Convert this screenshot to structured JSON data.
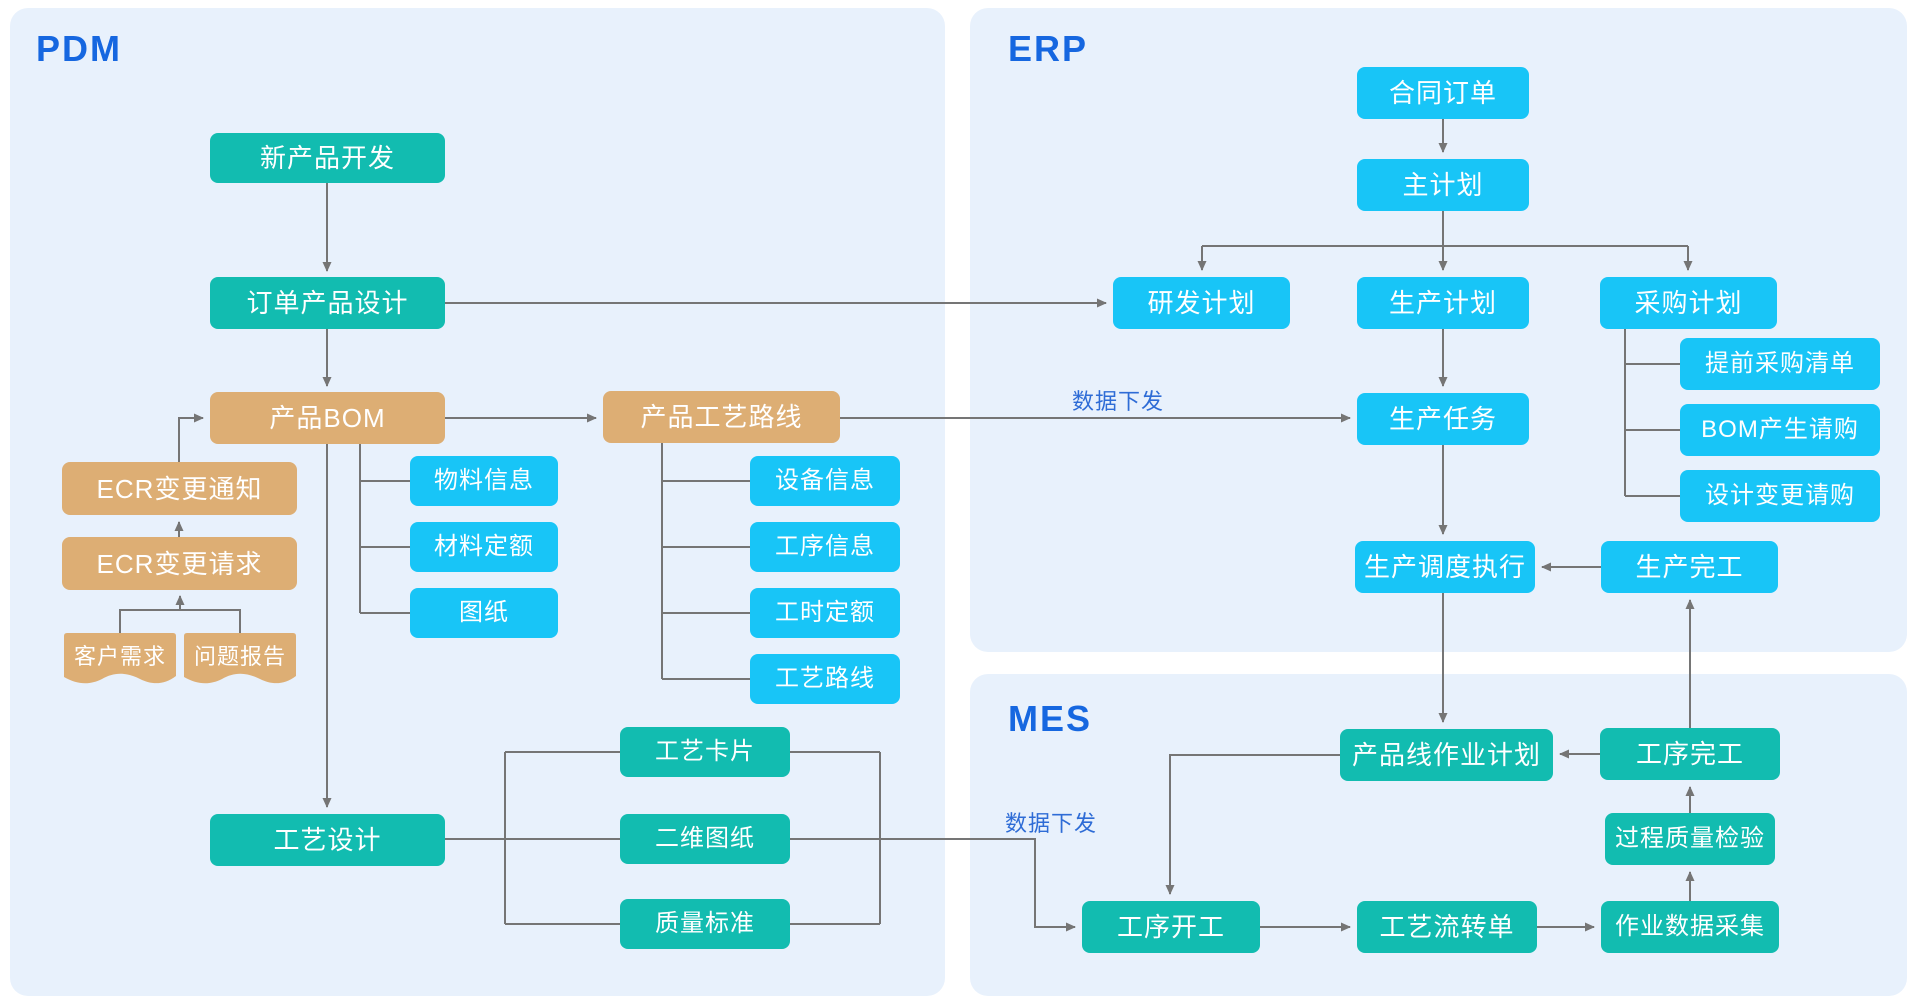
{
  "pdm": {
    "label": "PDM",
    "new_product_dev": "新产品开发",
    "order_product_design": "订单产品设计",
    "product_bom": "产品BOM",
    "ecr_change_notice": "ECR变更通知",
    "ecr_change_request": "ECR变更请求",
    "customer_demand": "客户需求",
    "problem_report": "问题报告",
    "material_info": "物料信息",
    "material_quota": "材料定额",
    "drawing": "图纸",
    "product_process_route": "产品工艺路线",
    "equipment_info": "设备信息",
    "process_info": "工序信息",
    "work_hour_quota": "工时定额",
    "process_route": "工艺路线",
    "process_design": "工艺设计",
    "process_card": "工艺卡片",
    "two_d_drawing": "二维图纸",
    "quality_standard": "质量标准"
  },
  "erp": {
    "label": "ERP",
    "contract_order": "合同订单",
    "master_plan": "主计划",
    "rd_plan": "研发计划",
    "production_plan": "生产计划",
    "purchase_plan": "采购计划",
    "advance_purchase_list": "提前采购清单",
    "bom_purchase_request": "BOM产生请购",
    "design_change_request": "设计变更请购",
    "production_task": "生产任务",
    "production_dispatch": "生产调度执行",
    "production_complete": "生产完工",
    "data_down_label": "数据下发"
  },
  "mes": {
    "label": "MES",
    "line_work_plan": "产品线作业计划",
    "process_complete": "工序完工",
    "process_quality_check": "过程质量检验",
    "process_start": "工序开工",
    "process_flow_sheet": "工艺流转单",
    "work_data_collect": "作业数据采集",
    "data_down_label": "数据下发"
  },
  "colors": {
    "teal": "#12bcb0",
    "cyan": "#18c5f7",
    "tan": "#ddae74",
    "panel_bg": "#e8f1fc",
    "line": "#757575",
    "heading": "#1667e0",
    "edge_label": "#2e6cd6"
  }
}
